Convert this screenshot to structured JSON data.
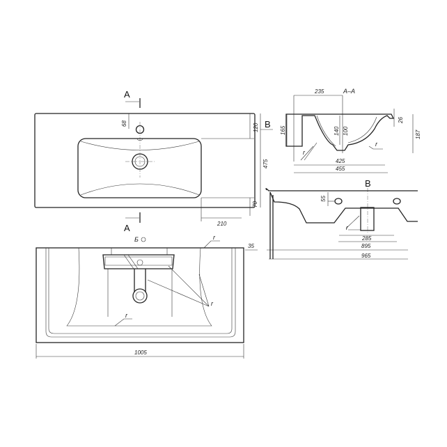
{
  "labels": {
    "section_top": "A",
    "section_bottom": "A",
    "view_arrow": "B",
    "view_title": "B",
    "section_title": "A–A",
    "overflow_note": "Б",
    "radius": "r"
  },
  "dimensions": {
    "tap_offset": "68",
    "basin_top_offset": "120",
    "depth_total": "475",
    "basin_bottom_offset": "70",
    "basin_side_offset": "210",
    "section_235": "235",
    "section_165": "165",
    "section_140": "140",
    "section_100": "100",
    "section_26": "26",
    "section_187": "187",
    "section_425": "425",
    "section_455": "455",
    "side_55": "55",
    "side_285": "285",
    "side_895": "895",
    "side_965": "965",
    "bottom_35": "35",
    "width_total": "1005"
  }
}
